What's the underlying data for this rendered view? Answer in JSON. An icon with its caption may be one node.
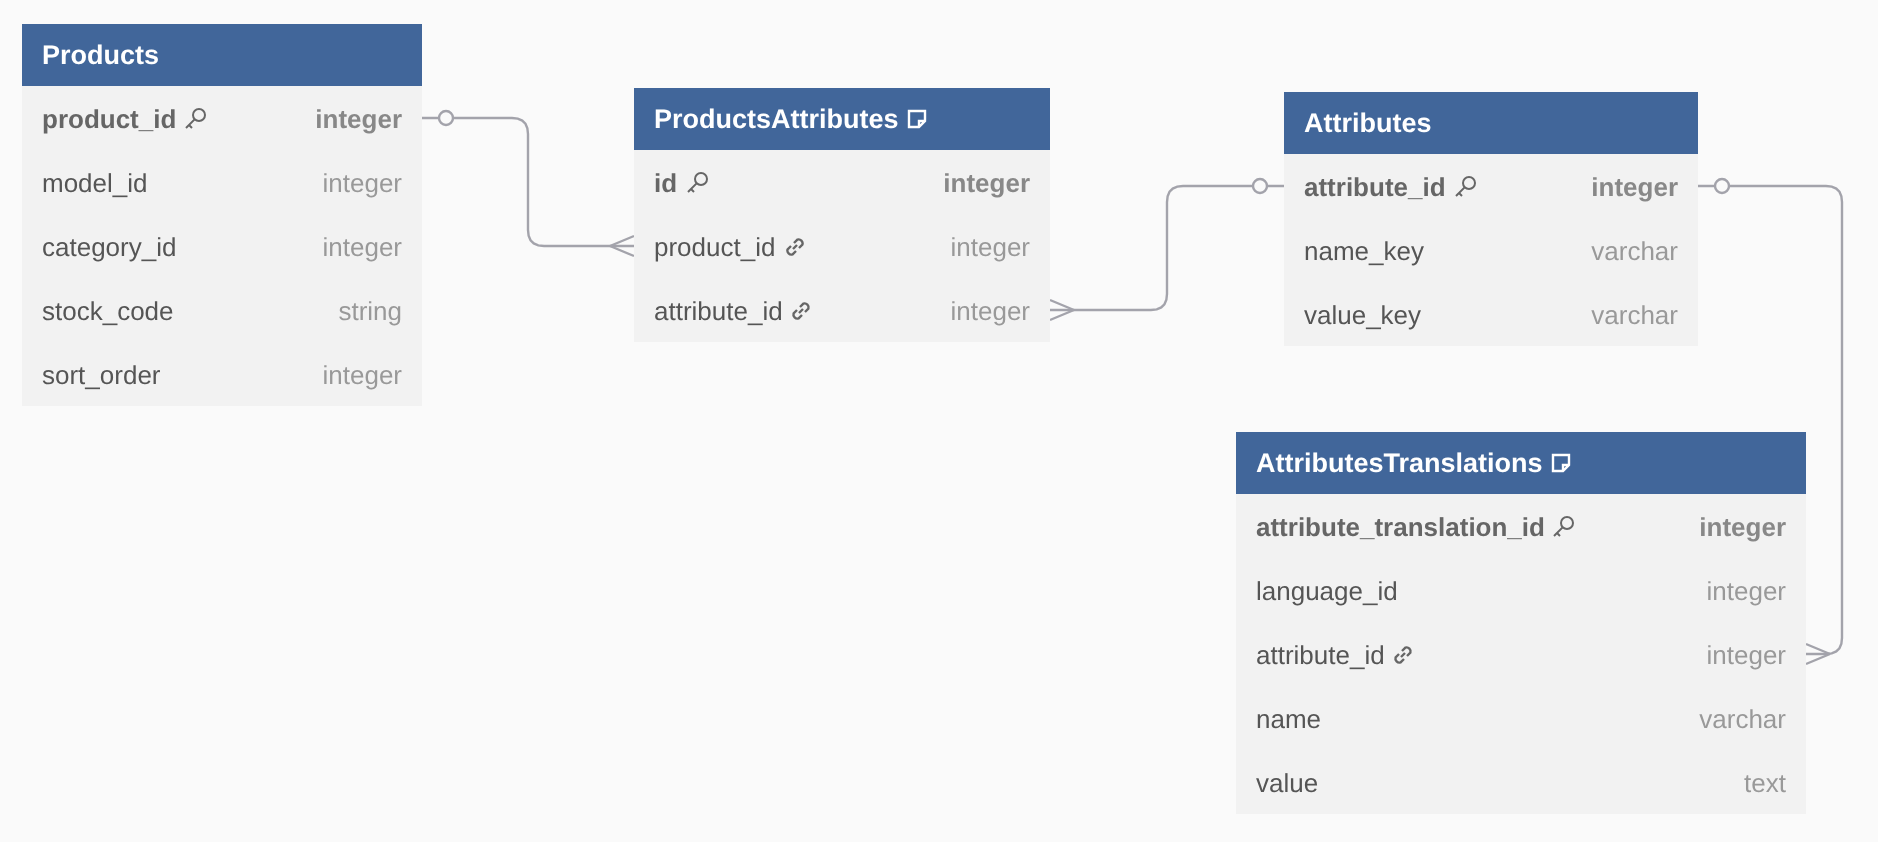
{
  "diagram": {
    "nodes": [
      {
        "text": [
          "Products"
        ]
      },
      {
        "text": [
          "product_id",
          "integer"
        ],
        "in": 0
      },
      {
        "text": [
          "model_id",
          "integer"
        ],
        "in": 0
      },
      {
        "text": [
          "category_id",
          "integer"
        ],
        "in": 0
      },
      {
        "text": [
          "stock_code",
          "string"
        ],
        "in": 0
      },
      {
        "text": [
          "sort_order",
          "integer"
        ],
        "in": 0
      },
      {
        "text": [
          "ProductsAttributes"
        ]
      },
      {
        "text": [
          "id",
          "integer"
        ],
        "in": 6
      },
      {
        "text": [
          "product_id",
          "integer"
        ],
        "in": 6
      },
      {
        "text": [
          "attribute_id",
          "integer"
        ],
        "in": 6
      },
      {
        "text": [
          "Attributes"
        ]
      },
      {
        "text": [
          "attribute_id",
          "integer"
        ],
        "in": 10
      },
      {
        "text": [
          "name_key",
          "varchar"
        ],
        "in": 10
      },
      {
        "text": [
          "value_key",
          "varchar"
        ],
        "in": 10
      },
      {
        "text": [
          "AttributesTranslations"
        ]
      },
      {
        "text": [
          "attribute_translation_id",
          "integer"
        ],
        "in": 14
      },
      {
        "text": [
          "language_id",
          "integer"
        ],
        "in": 14
      },
      {
        "text": [
          "attribute_id",
          "integer"
        ],
        "in": 14
      },
      {
        "text": [
          "name",
          "varchar"
        ],
        "in": 14
      },
      {
        "text": [
          "value",
          "text"
        ],
        "in": 14
      }
    ],
    "edges": [
      {
        "from": 1,
        "to": 8,
        "arrow": "other"
      },
      {
        "from": 11,
        "to": 9,
        "arrow": "other"
      },
      {
        "from": 11,
        "to": 17,
        "arrow": "other"
      }
    ]
  }
}
